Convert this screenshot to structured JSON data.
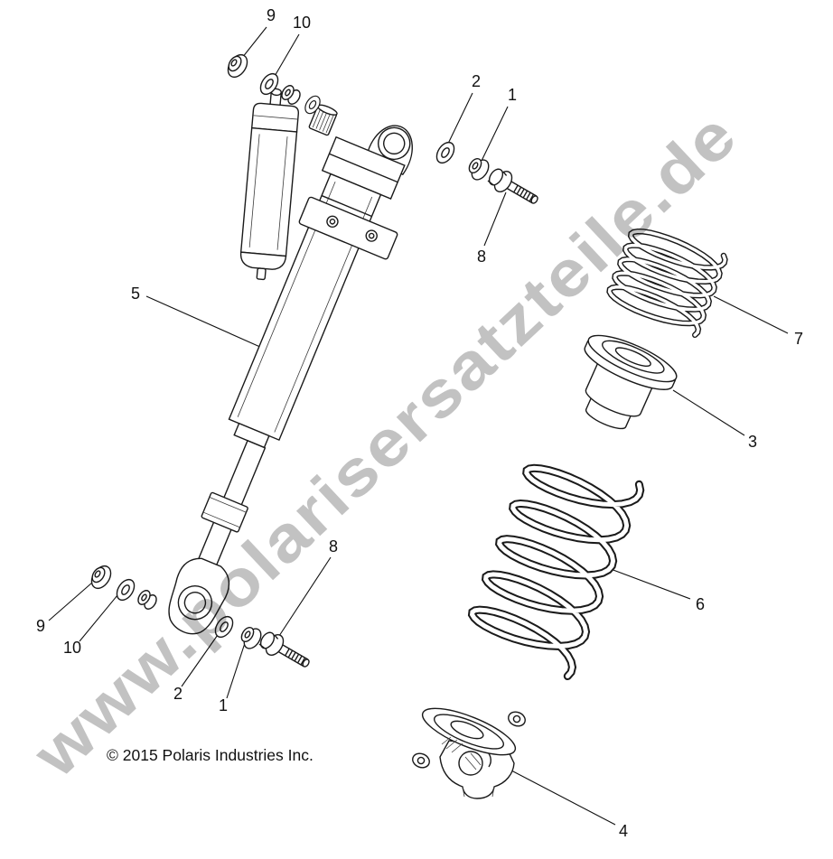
{
  "diagram": {
    "watermark": "www.polarisersatzteile.de",
    "copyright": "© 2015 Polaris Industries Inc."
  },
  "callouts": {
    "n9_top": "9",
    "n10_top": "10",
    "n2_top": "2",
    "n1_top": "1",
    "n8_top": "8",
    "n5": "5",
    "n7": "7",
    "n3": "3",
    "n6": "6",
    "n8_bottom": "8",
    "n9_bottom": "9",
    "n10_bottom": "10",
    "n2_bottom": "2",
    "n1_bottom": "1",
    "n4": "4"
  },
  "colors": {
    "line": "#1a1a1a",
    "watermark": "#c2c2c2",
    "background": "#ffffff"
  }
}
